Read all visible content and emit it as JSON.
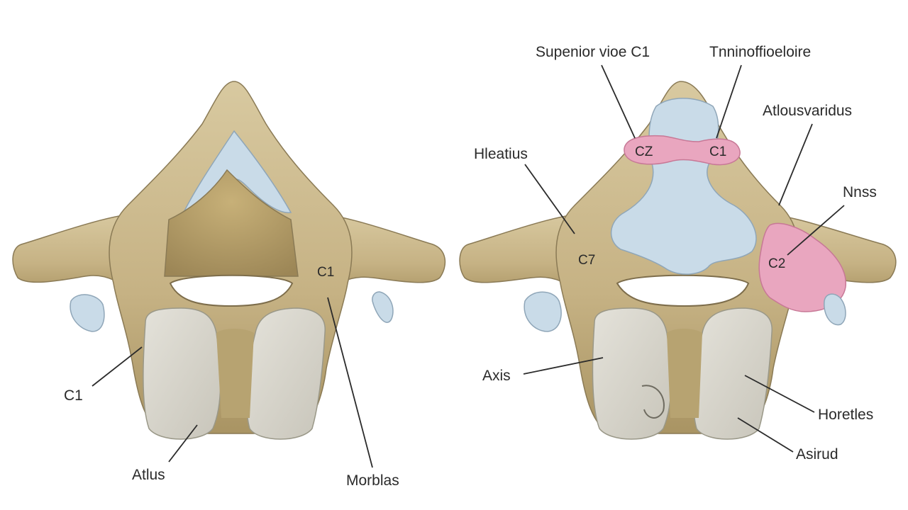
{
  "colors": {
    "bone": "#cbb98c",
    "bone_shadow": "#a48f60",
    "articular_surface": "#d9d6cc",
    "cartilage_blue": "#c9dbe8",
    "highlight_pink": "#e9a6bf",
    "label_text": "#2a2a2a"
  },
  "left_figure": {
    "labels": {
      "c1_inner": "C1",
      "c1_outer": "C1",
      "atlas": "Atlus",
      "bottom_right": "Morblas"
    }
  },
  "right_figure": {
    "labels": {
      "top_left": "Supenior vioe C1",
      "top_right": "Tnninoffioeloire",
      "upper_right": "Atlousvaridus",
      "left": "Hleatius",
      "right": "Nnss",
      "c7_body": "C7",
      "c2_pink_left": "CZ",
      "c1_pink_right": "C1",
      "c2_side": "C2",
      "axis": "Axis",
      "lower_right_1": "Horetles",
      "lower_right_2": "Asirud"
    }
  }
}
